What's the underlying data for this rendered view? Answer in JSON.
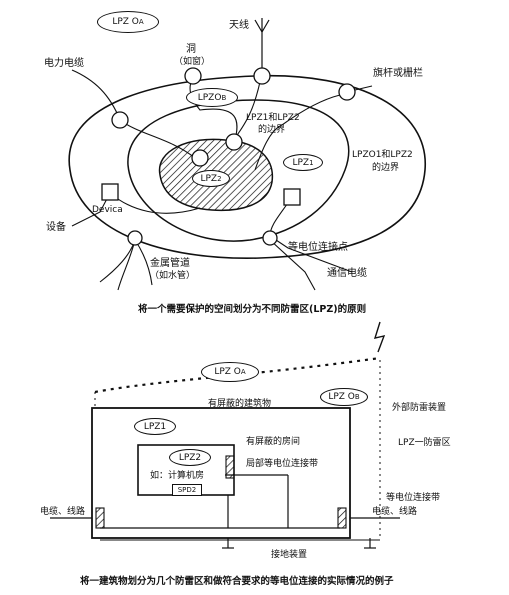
{
  "top": {
    "zone_outer": "LPZ O",
    "zone_outer_sub": "A",
    "zone_ob": "LPZO",
    "zone_ob_sub": "B",
    "zone_1": "LPZ",
    "zone_1_sub": "1",
    "zone_2": "LPZ",
    "zone_2_sub": "2",
    "antenna": "天线",
    "power_cable": "电力电缆",
    "hole": "洞",
    "hole_note": "（如窗）",
    "flagpole": "旗杆或栅栏",
    "boundary_12_line1": "LPZ1和LPZ2",
    "boundary_12_line2": "的边界",
    "boundary_o1_line1": "LPZO1和LPZ2",
    "boundary_o1_line2": "的边界",
    "device": "Devica",
    "equipment": "设备",
    "equipotential_point": "等电位连接点",
    "metal_pipe": "金属管道",
    "metal_pipe_note": "（如水管）",
    "comm_cable": "通信电缆",
    "caption": "将一个需要保护的空间划分为不同防雷区(LPZ)的原则"
  },
  "bottom": {
    "zone_oa": "LPZ O",
    "zone_oa_sub": "A",
    "zone_ob": "LPZ O",
    "zone_ob_sub": "B",
    "zone_1": "LPZ1",
    "zone_2": "LPZ2",
    "shielded_building": "有屏蔽的建筑物",
    "shielded_room": "有屏蔽的房间",
    "computer_room": "如：计算机房",
    "spd_label": "SPD2",
    "local_bond": "局部等电位连接带",
    "external_protection": "外部防雷装置",
    "lpz_boundary": "LPZ一防雷区",
    "equipotential_band": "等电位连接带",
    "cable_left": "电缆、线路",
    "cable_right": "电缆、线路",
    "grounding": "接地装置",
    "caption": "将一建筑物划分为几个防雷区和做符合要求的等电位连接的实际情况的例子"
  }
}
